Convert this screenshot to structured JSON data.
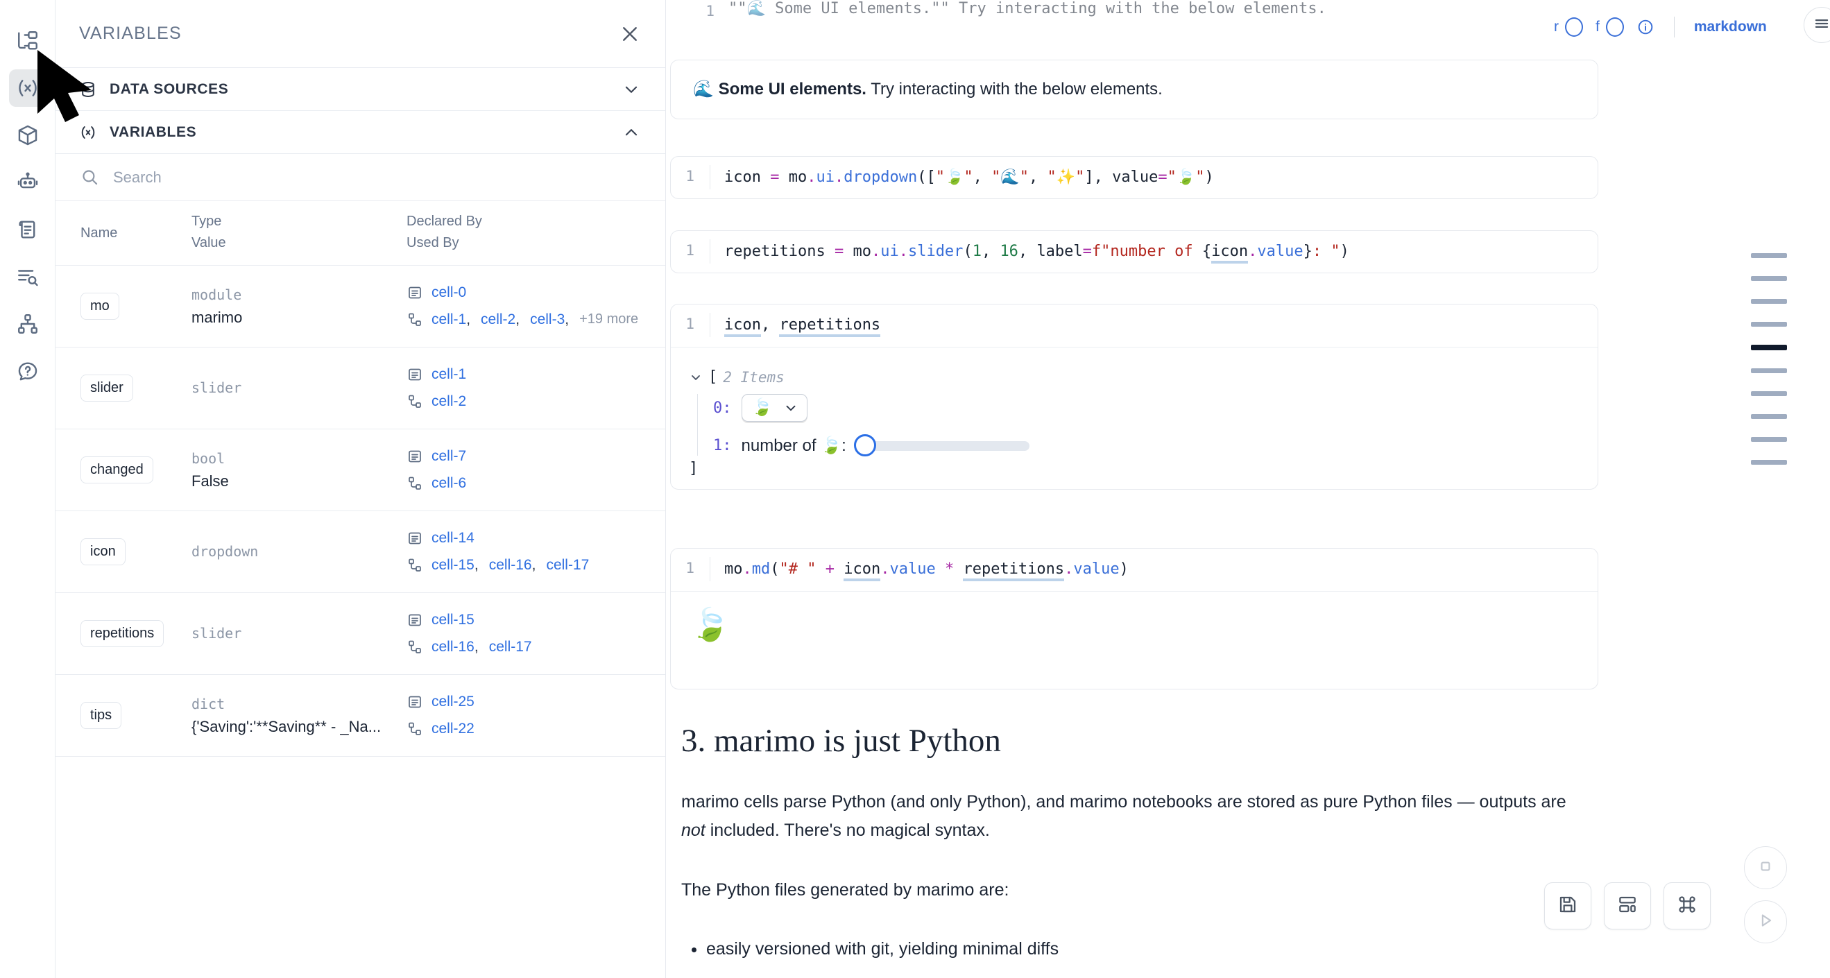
{
  "activity_bar": {
    "items": [
      {
        "name": "file-tree-icon",
        "title": "Explorer"
      },
      {
        "name": "variables-icon",
        "title": "Variables",
        "active": true
      },
      {
        "name": "package-icon",
        "title": "Packages"
      },
      {
        "name": "robot-icon",
        "title": "Chat"
      },
      {
        "name": "scratchpad-icon",
        "title": "Scratchpad"
      },
      {
        "name": "outline-icon",
        "title": "Outline"
      },
      {
        "name": "dependency-graph-icon",
        "title": "Dependency graph"
      },
      {
        "name": "help-icon",
        "title": "Help"
      }
    ]
  },
  "panel": {
    "title": "VARIABLES",
    "close_label": "×",
    "sections": [
      {
        "label": "DATA SOURCES",
        "icon": "database-icon",
        "expanded": false
      },
      {
        "label": "VARIABLES",
        "icon": "variables-icon",
        "expanded": true
      }
    ],
    "search": {
      "placeholder": "Search",
      "value": ""
    },
    "columns": {
      "name": "Name",
      "type": "Type",
      "value": "Value",
      "declared_by": "Declared By",
      "used_by": "Used By"
    },
    "rows": [
      {
        "name": "mo",
        "type": "module",
        "value": "marimo",
        "declared_by": [
          "cell-0"
        ],
        "used_by": [
          "cell-1",
          "cell-2",
          "cell-3"
        ],
        "used_by_more": "+19 more"
      },
      {
        "name": "slider",
        "type": "slider",
        "value": "",
        "declared_by": [
          "cell-1"
        ],
        "used_by": [
          "cell-2"
        ],
        "used_by_more": ""
      },
      {
        "name": "changed",
        "type": "bool",
        "value": "False",
        "declared_by": [
          "cell-7"
        ],
        "used_by": [
          "cell-6"
        ],
        "used_by_more": ""
      },
      {
        "name": "icon",
        "type": "dropdown",
        "value": "",
        "declared_by": [
          "cell-14"
        ],
        "used_by": [
          "cell-15",
          "cell-16",
          "cell-17"
        ],
        "used_by_more": ""
      },
      {
        "name": "repetitions",
        "type": "slider",
        "value": "",
        "declared_by": [
          "cell-15"
        ],
        "used_by": [
          "cell-16",
          "cell-17"
        ],
        "used_by_more": ""
      },
      {
        "name": "tips",
        "type": "dict",
        "value": "{'Saving':'**Saving** - _Na...",
        "declared_by": [
          "cell-25"
        ],
        "used_by": [
          "cell-22"
        ],
        "used_by_more": ""
      }
    ]
  },
  "notebook": {
    "ghost_top_line": "\"\"🌊 Some UI elements.\"\" Try interacting with the below elements.",
    "toolbar": {
      "r_label": "r",
      "f_label": "f",
      "language": "markdown",
      "menu_icon": "hamburger-icon",
      "settings_icon": "gear-icon",
      "close_icon": "close-icon"
    },
    "markdown_output": {
      "emoji": "🌊",
      "bold_text": "Some UI elements.",
      "rest_text": " Try interacting with the below elements."
    },
    "cells": [
      {
        "id": "cell-dropdown",
        "line_number": "1",
        "code_plain": "icon = mo.ui.dropdown([\"🍃\", \"🌊\", \"✨\"], value=\"🍃\")"
      },
      {
        "id": "cell-slider",
        "line_number": "1",
        "code_plain": "repetitions = mo.ui.slider(1, 16, label=f\"number of {icon.value}: \")"
      },
      {
        "id": "cell-display",
        "line_number": "1",
        "code_plain": "icon, repetitions"
      },
      {
        "id": "cell-md",
        "line_number": "1",
        "code_plain": "mo.md(\"# \" + icon.value * repetitions.value)"
      }
    ],
    "list_output": {
      "open_bracket": "[",
      "close_bracket": "]",
      "items_count_label": "2 Items",
      "item0_index": "0:",
      "item0_value": "🍃",
      "item1_index": "1:",
      "item1_label": "number of 🍃:",
      "slider_value": 1,
      "slider_min": 1,
      "slider_max": 16
    },
    "md_render_output": {
      "emoji": "🍃"
    },
    "prose": {
      "heading": "3. marimo is just Python",
      "paragraph1_a": "marimo cells parse Python (and only Python), and marimo notebooks are stored as pure Python files — outputs are ",
      "paragraph1_em": "not",
      "paragraph1_b": " included. There's no magical syntax.",
      "paragraph2": "The Python files generated by marimo are:",
      "bullet1": "easily versioned with git, yielding minimal diffs"
    },
    "minimap": {
      "lines": 10,
      "active_index": 4
    },
    "bottom_toolbar": {
      "buttons": [
        {
          "name": "save-button",
          "icon": "floppy-disk-icon"
        },
        {
          "name": "layout-button",
          "icon": "layout-icon"
        },
        {
          "name": "command-palette-button",
          "icon": "command-icon"
        }
      ],
      "stop_button": {
        "name": "interrupt-button",
        "icon": "stop-square-icon"
      },
      "run_button": {
        "name": "run-all-button",
        "icon": "play-icon"
      }
    }
  },
  "colors": {
    "accent_blue": "#2f6fe0",
    "link_blue": "#3a6fd8",
    "danger": "#e0473d",
    "border": "#e6e9ee",
    "muted": "#8c96a6"
  }
}
